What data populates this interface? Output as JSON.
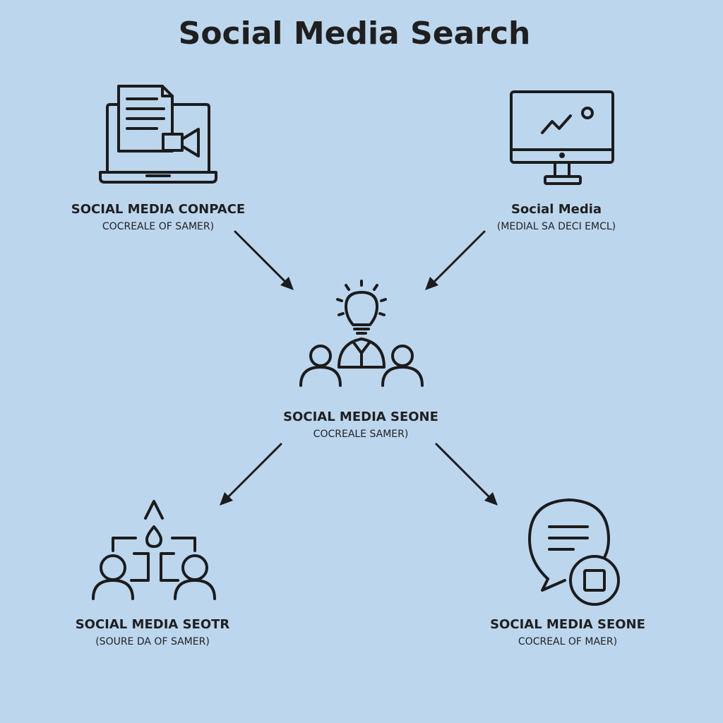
{
  "title": "Social Media Search",
  "nodes": [
    {
      "id": "top-left",
      "icon": "laptop-document-video-icon",
      "title": "SOCIAL MEDIA CONPACE",
      "subtitle": "COCREALE OF SAMER)"
    },
    {
      "id": "top-right",
      "icon": "monitor-chart-icon",
      "title": "Social Media",
      "subtitle": "(MEDIAL SA DECI EMCL)"
    },
    {
      "id": "center",
      "icon": "team-idea-icon",
      "title": "SOCIAL MEDIA SEONE",
      "subtitle": "COCREALE SAMER)"
    },
    {
      "id": "bottom-left",
      "icon": "network-people-icon",
      "title": "SOCIAL MEDIA SEOTR",
      "subtitle": "(SOURE DA OF SAMER)"
    },
    {
      "id": "bottom-right",
      "icon": "chat-bubble-icon",
      "title": "SOCIAL MEDIA SEONE",
      "subtitle": "COCREAL OF MAER)"
    }
  ],
  "edges": [
    {
      "from": "top-left",
      "to": "center"
    },
    {
      "from": "top-right",
      "to": "center"
    },
    {
      "from": "center",
      "to": "bottom-left"
    },
    {
      "from": "center",
      "to": "bottom-right"
    }
  ],
  "colors": {
    "background": "#bcd6ee",
    "stroke": "#1c1c1c"
  }
}
